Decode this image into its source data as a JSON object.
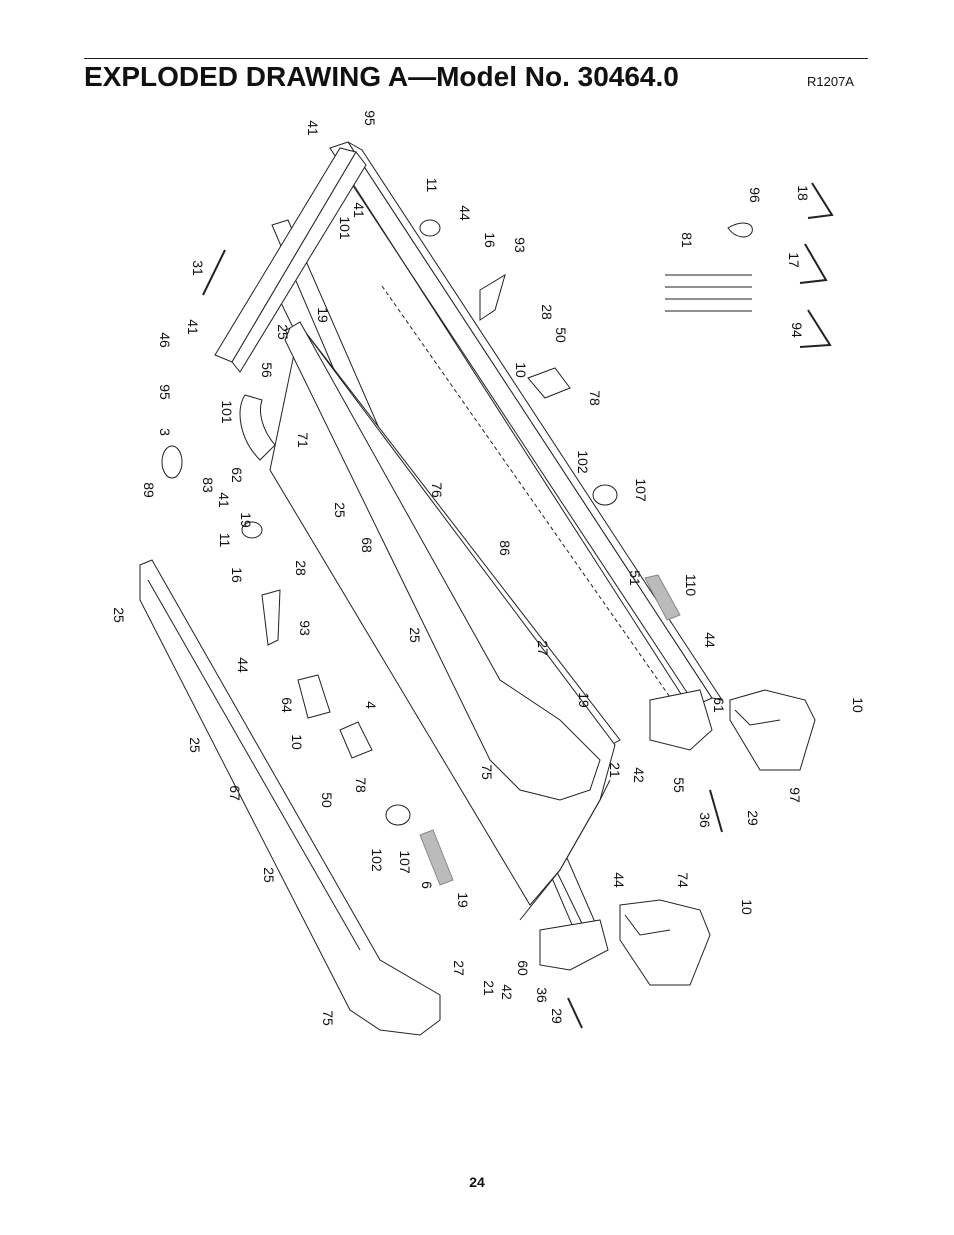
{
  "header": {
    "title": "EXPLODED DRAWING A—Model No. 30464.0",
    "code": "R1207A"
  },
  "footer": {
    "page_number": "24"
  },
  "callouts": [
    {
      "id": "c-41a",
      "text": "41"
    },
    {
      "id": "c-95a",
      "text": "95"
    },
    {
      "id": "c-11a",
      "text": "11"
    },
    {
      "id": "c-41b",
      "text": "41"
    },
    {
      "id": "c-101a",
      "text": "101"
    },
    {
      "id": "c-44a",
      "text": "44"
    },
    {
      "id": "c-16a",
      "text": "16"
    },
    {
      "id": "c-93a",
      "text": "93"
    },
    {
      "id": "c-96",
      "text": "96"
    },
    {
      "id": "c-18",
      "text": "18"
    },
    {
      "id": "c-81",
      "text": "81"
    },
    {
      "id": "c-17",
      "text": "17"
    },
    {
      "id": "c-94",
      "text": "94"
    },
    {
      "id": "c-31",
      "text": "31"
    },
    {
      "id": "c-19a",
      "text": "19"
    },
    {
      "id": "c-28a",
      "text": "28"
    },
    {
      "id": "c-46",
      "text": "46"
    },
    {
      "id": "c-41c",
      "text": "41"
    },
    {
      "id": "c-25a",
      "text": "25"
    },
    {
      "id": "c-50a",
      "text": "50"
    },
    {
      "id": "c-56",
      "text": "56"
    },
    {
      "id": "c-95b",
      "text": "95"
    },
    {
      "id": "c-10a",
      "text": "10"
    },
    {
      "id": "c-78a",
      "text": "78"
    },
    {
      "id": "c-3",
      "text": "3"
    },
    {
      "id": "c-101b",
      "text": "101"
    },
    {
      "id": "c-71",
      "text": "71"
    },
    {
      "id": "c-102a",
      "text": "102"
    },
    {
      "id": "c-62",
      "text": "62"
    },
    {
      "id": "c-83",
      "text": "83"
    },
    {
      "id": "c-89",
      "text": "89"
    },
    {
      "id": "c-41d",
      "text": "41"
    },
    {
      "id": "c-76",
      "text": "76"
    },
    {
      "id": "c-107a",
      "text": "107"
    },
    {
      "id": "c-19b",
      "text": "19"
    },
    {
      "id": "c-25b",
      "text": "25"
    },
    {
      "id": "c-11b",
      "text": "11"
    },
    {
      "id": "c-68",
      "text": "68"
    },
    {
      "id": "c-86",
      "text": "86"
    },
    {
      "id": "c-16b",
      "text": "16"
    },
    {
      "id": "c-28b",
      "text": "28"
    },
    {
      "id": "c-51",
      "text": "51"
    },
    {
      "id": "c-110",
      "text": "110"
    },
    {
      "id": "c-25c",
      "text": "25"
    },
    {
      "id": "c-93b",
      "text": "93"
    },
    {
      "id": "c-25d",
      "text": "25"
    },
    {
      "id": "c-44b",
      "text": "44"
    },
    {
      "id": "c-27a",
      "text": "27"
    },
    {
      "id": "c-44c",
      "text": "44"
    },
    {
      "id": "c-64",
      "text": "64"
    },
    {
      "id": "c-4",
      "text": "4"
    },
    {
      "id": "c-19c",
      "text": "19"
    },
    {
      "id": "c-61",
      "text": "61"
    },
    {
      "id": "c-25e",
      "text": "25"
    },
    {
      "id": "c-10b",
      "text": "10"
    },
    {
      "id": "c-10c",
      "text": "10"
    },
    {
      "id": "c-75a",
      "text": "75"
    },
    {
      "id": "c-21a",
      "text": "21"
    },
    {
      "id": "c-42a",
      "text": "42"
    },
    {
      "id": "c-55",
      "text": "55"
    },
    {
      "id": "c-78b",
      "text": "78"
    },
    {
      "id": "c-67",
      "text": "67"
    },
    {
      "id": "c-50b",
      "text": "50"
    },
    {
      "id": "c-97",
      "text": "97"
    },
    {
      "id": "c-36a",
      "text": "36"
    },
    {
      "id": "c-29a",
      "text": "29"
    },
    {
      "id": "c-102b",
      "text": "102"
    },
    {
      "id": "c-107b",
      "text": "107"
    },
    {
      "id": "c-25f",
      "text": "25"
    },
    {
      "id": "c-74",
      "text": "74"
    },
    {
      "id": "c-44d",
      "text": "44"
    },
    {
      "id": "c-6",
      "text": "6"
    },
    {
      "id": "c-19d",
      "text": "19"
    },
    {
      "id": "c-10d",
      "text": "10"
    },
    {
      "id": "c-27b",
      "text": "27"
    },
    {
      "id": "c-60",
      "text": "60"
    },
    {
      "id": "c-21b",
      "text": "21"
    },
    {
      "id": "c-42b",
      "text": "42"
    },
    {
      "id": "c-36b",
      "text": "36"
    },
    {
      "id": "c-29b",
      "text": "29"
    },
    {
      "id": "c-75b",
      "text": "75"
    }
  ]
}
